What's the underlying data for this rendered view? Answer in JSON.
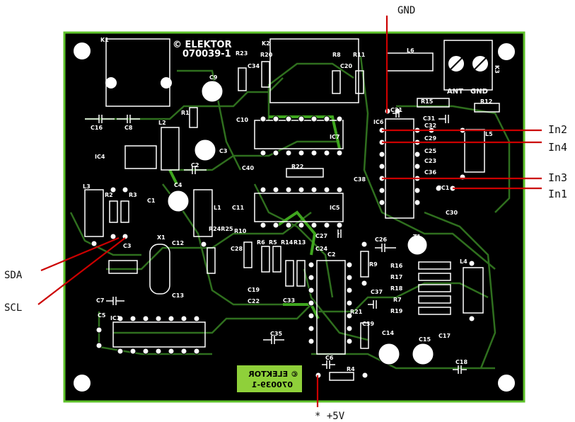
{
  "board": {
    "title": "© ELEKTOR",
    "code": "070039-1",
    "badge_line1": "© ELEKTOR",
    "badge_line2": "070039-1"
  },
  "signals": {
    "gnd_top": "GND",
    "in2": "In2",
    "in4": "In4",
    "in3": "In3",
    "in1": "In1",
    "sda": "SDA",
    "scl": "SCL",
    "vcc": "* +5V"
  },
  "components": {
    "K1": "K1",
    "K2": "K2",
    "K3": "K3",
    "R23": "R23",
    "R20": "R20",
    "R8": "R8",
    "R11": "R11",
    "L6": "L6",
    "C34": "C34",
    "C20": "C20",
    "C9": "C9",
    "R1": "R1",
    "C16": "C16",
    "C8": "C8",
    "L2": "L2",
    "C10": "C10",
    "IC7": "IC7",
    "IC6": "IC6",
    "C21": "C21",
    "R15": "R15",
    "R12": "R12",
    "C31": "C31",
    "C32": "C32",
    "C29": "C29",
    "C25": "C25",
    "C23": "C23",
    "C36": "C36",
    "PC1": "PC1",
    "L5": "L5",
    "IC4": "IC4",
    "C3": "C3",
    "C2": "C2",
    "C40": "C40",
    "R22": "R22",
    "C38": "C38",
    "C4": "C4",
    "L3": "L3",
    "R2": "R2",
    "R3": "R3",
    "C1": "C1",
    "L1": "L1",
    "C11": "C11",
    "IC5": "IC5",
    "C30": "C30",
    "X1": "X1",
    "C12": "C12",
    "R24R25": "R24R25",
    "R10": "R10",
    "C27": "C27",
    "C26": "C26",
    "T1": "T1",
    "C3b": "C3",
    "C28": "C28",
    "R6": "R6",
    "R5": "R5",
    "R14": "R14",
    "R13": "R13",
    "C24": "C24",
    "C2b": "C2",
    "R9": "R9",
    "R16": "R16",
    "R17": "R17",
    "R18": "R18",
    "R7": "R7",
    "R19": "R19",
    "L4": "L4",
    "C13": "C13",
    "C7": "C7",
    "C19": "C19",
    "C22": "C22",
    "C33": "C33",
    "C37": "C37",
    "C5": "C5",
    "IC1": "IC1",
    "R21": "R21",
    "C39": "C39",
    "C14": "C14",
    "C15": "C15",
    "C17": "C17",
    "C35": "C35",
    "C6": "C6",
    "R4": "R4",
    "C18": "C18",
    "ANT": "ANT",
    "GND": "GND"
  },
  "colors": {
    "board": "#000000",
    "edge": "#5ec22a",
    "trace": "#2f6f1e",
    "silk": "#ffffff",
    "wire": "#cc0000",
    "badge": "#8fd03a"
  }
}
